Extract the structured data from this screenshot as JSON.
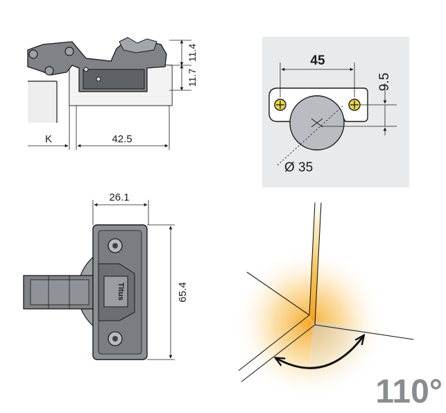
{
  "side_view": {
    "dim_width": "42.5",
    "dim_k": "K",
    "dim_height_a": "11.4",
    "dim_height_b": "11.7"
  },
  "drilling_pattern": {
    "dim_hole_spacing": "45",
    "dim_offset": "9.5",
    "dim_cup_diameter": "Ø 35"
  },
  "top_view": {
    "dim_width": "26.1",
    "dim_length": "65.4",
    "brand": "Titus"
  },
  "opening_angle": {
    "label": "110°"
  },
  "colors": {
    "line": "#1a1a1a",
    "hinge_fill": "#8c8f94",
    "hinge_dark": "#5e6166",
    "panel_bg": "#e9eaeb",
    "cup_fill": "#b9bcc0",
    "screw": "#e8d84a",
    "glow": "#f5a623",
    "angle_text": "#8a8d90"
  }
}
